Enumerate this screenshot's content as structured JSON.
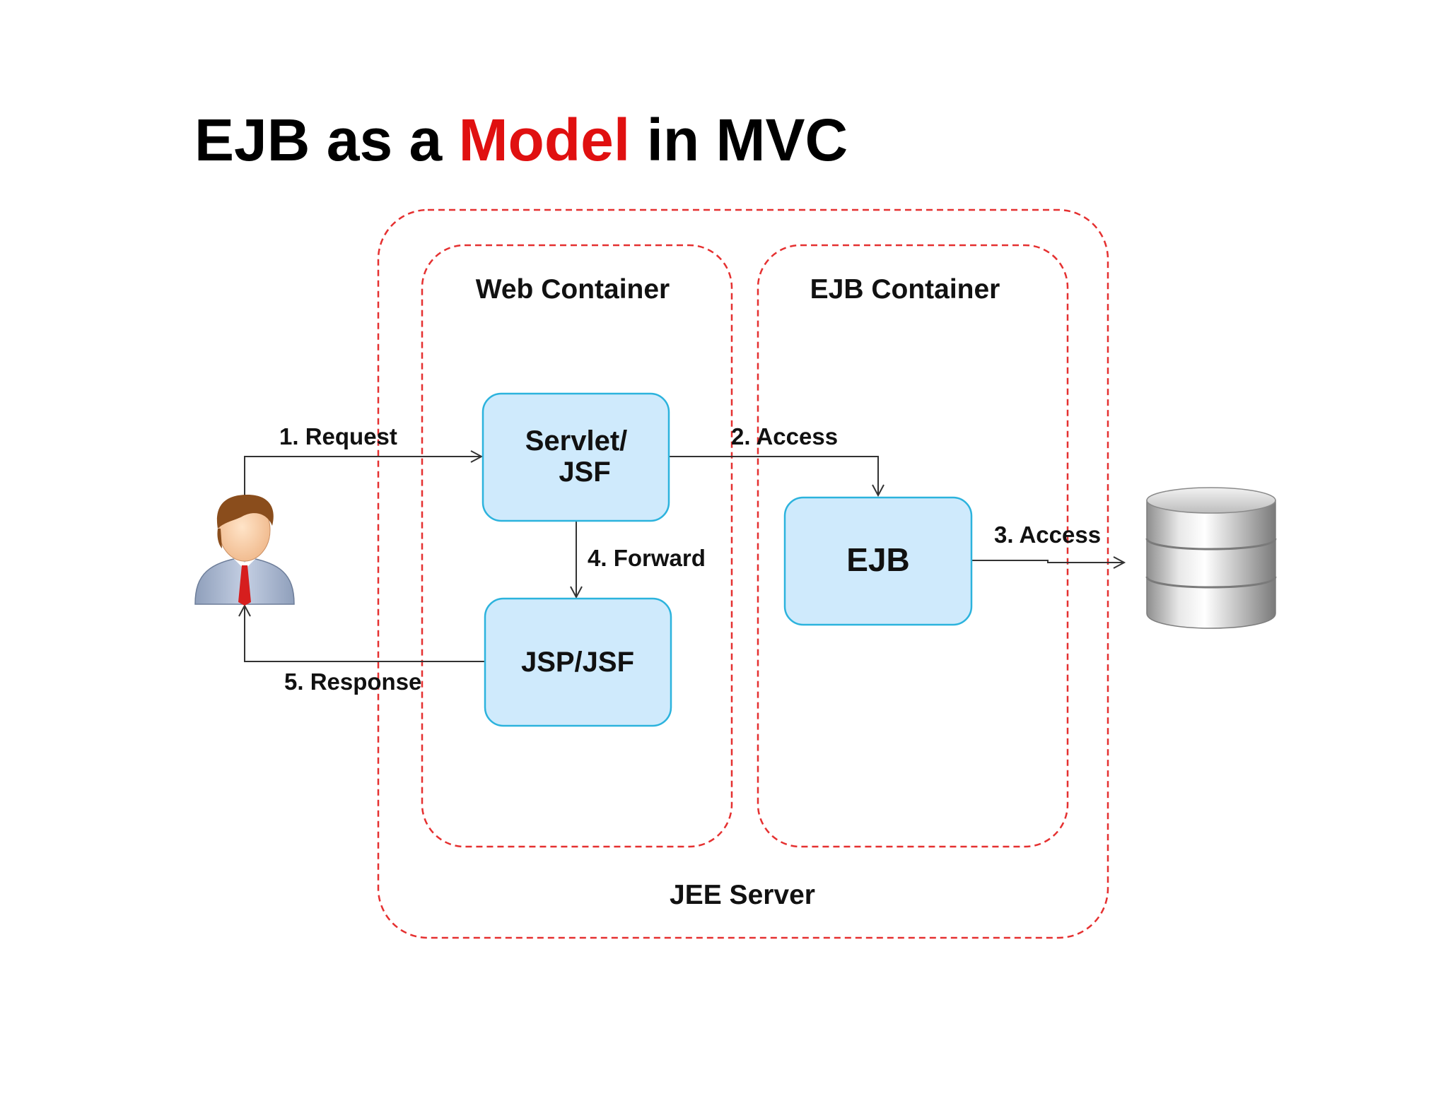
{
  "title": {
    "part1": "EJB as a ",
    "highlight": "Model",
    "part2": " in MVC"
  },
  "containers": {
    "server": "JEE Server",
    "web": "Web Container",
    "ejb": "EJB Container"
  },
  "nodes": {
    "servlet_line1": "Servlet/",
    "servlet_line2": "JSF",
    "jsp": "JSP/JSF",
    "ejb": "EJB"
  },
  "flows": {
    "request": "1. Request",
    "access2": "2. Access",
    "access3": "3. Access",
    "forward": "4. Forward",
    "response": "5. Response"
  },
  "colors": {
    "title_highlight": "#e01010",
    "container_border": "#e53030",
    "node_fill": "#cfeafc",
    "node_border": "#2cb3dd",
    "arrow": "#333333"
  },
  "icons": {
    "user": "user-icon",
    "database": "database-icon"
  }
}
